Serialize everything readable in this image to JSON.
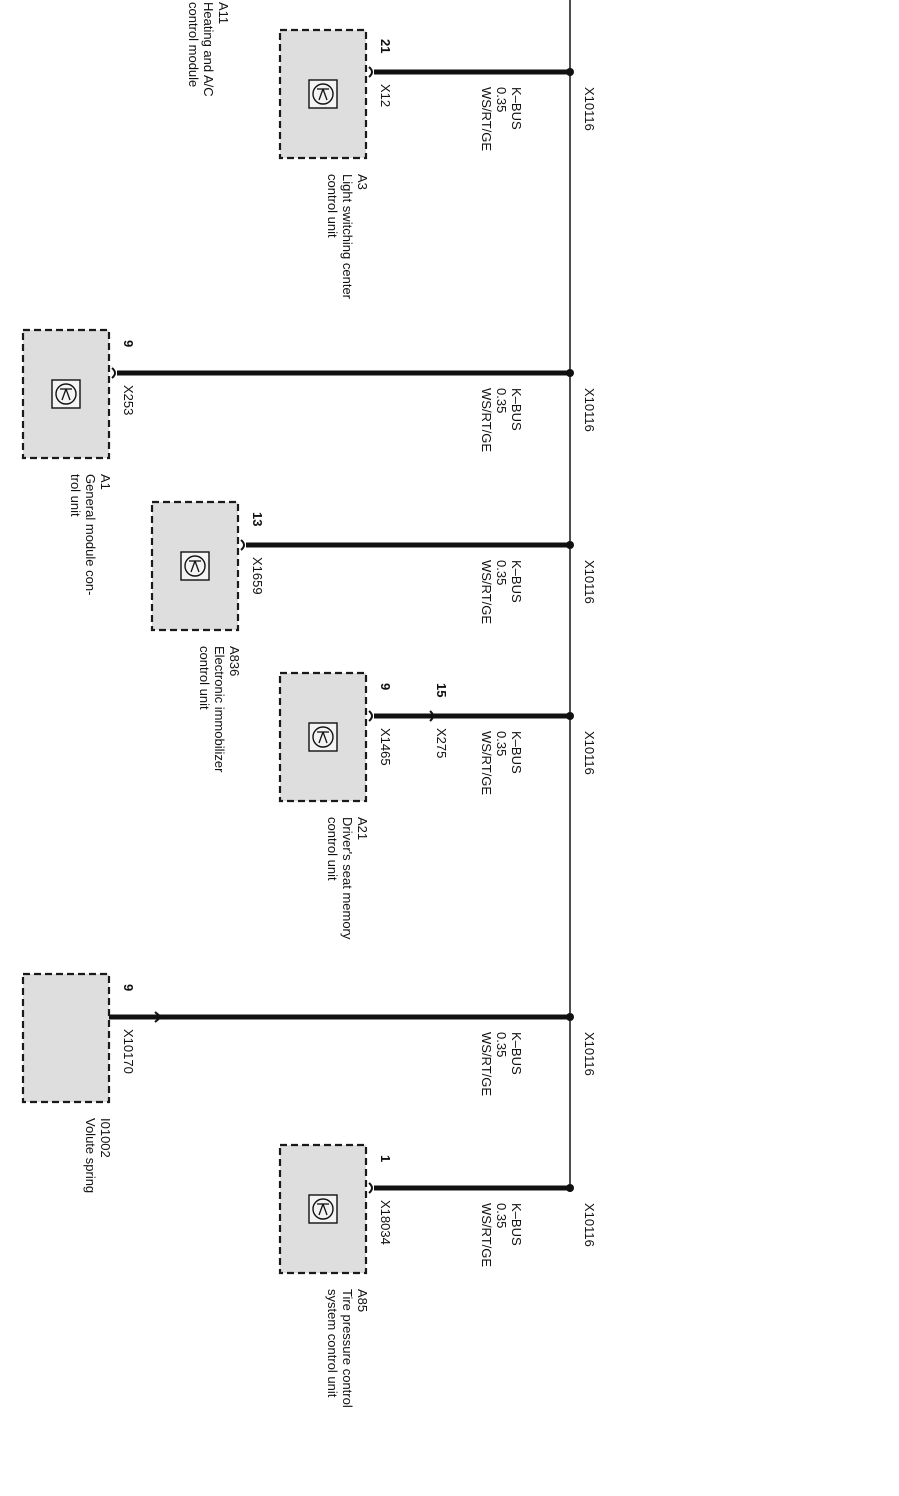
{
  "bus": {
    "splice_label": "X10116"
  },
  "wire_spec": {
    "name": "K–BUS",
    "gauge": "0.35",
    "color": "WS/RT/GE"
  },
  "header_module": {
    "id": "A11",
    "name": [
      "Heating and A/C",
      "control module"
    ]
  },
  "branches": [
    {
      "id": "A3",
      "name": [
        "Light switching center",
        "control unit"
      ],
      "connector": "X12",
      "pin": "21",
      "inline_connector": null,
      "inline_pin": null,
      "icon": "transistor-icon"
    },
    {
      "id": "A1",
      "name": [
        "General module con-",
        "trol unit"
      ],
      "connector": "X253",
      "pin": "9",
      "inline_connector": null,
      "inline_pin": null,
      "icon": "transistor-icon"
    },
    {
      "id": "A836",
      "name": [
        "Electronic immobilizer",
        "control unit"
      ],
      "connector": "X1659",
      "pin": "13",
      "inline_connector": null,
      "inline_pin": null,
      "icon": "transistor-icon"
    },
    {
      "id": "A21",
      "name": [
        "Driver's seat memory",
        "control unit"
      ],
      "connector": "X1465",
      "pin": "9",
      "inline_connector": "X275",
      "inline_pin": "15",
      "icon": "transistor-icon"
    },
    {
      "id": "I01002",
      "name": [
        "Volute spring"
      ],
      "connector": "X10170",
      "pin": "9",
      "inline_connector": null,
      "inline_pin": null,
      "icon": null
    },
    {
      "id": "A85",
      "name": [
        "Tire pressure control",
        "system control unit"
      ],
      "connector": "X18034",
      "pin": "1",
      "inline_connector": null,
      "inline_pin": null,
      "icon": "transistor-icon"
    }
  ],
  "colors": {
    "box_fill": "#dedede",
    "line": "#111111"
  }
}
